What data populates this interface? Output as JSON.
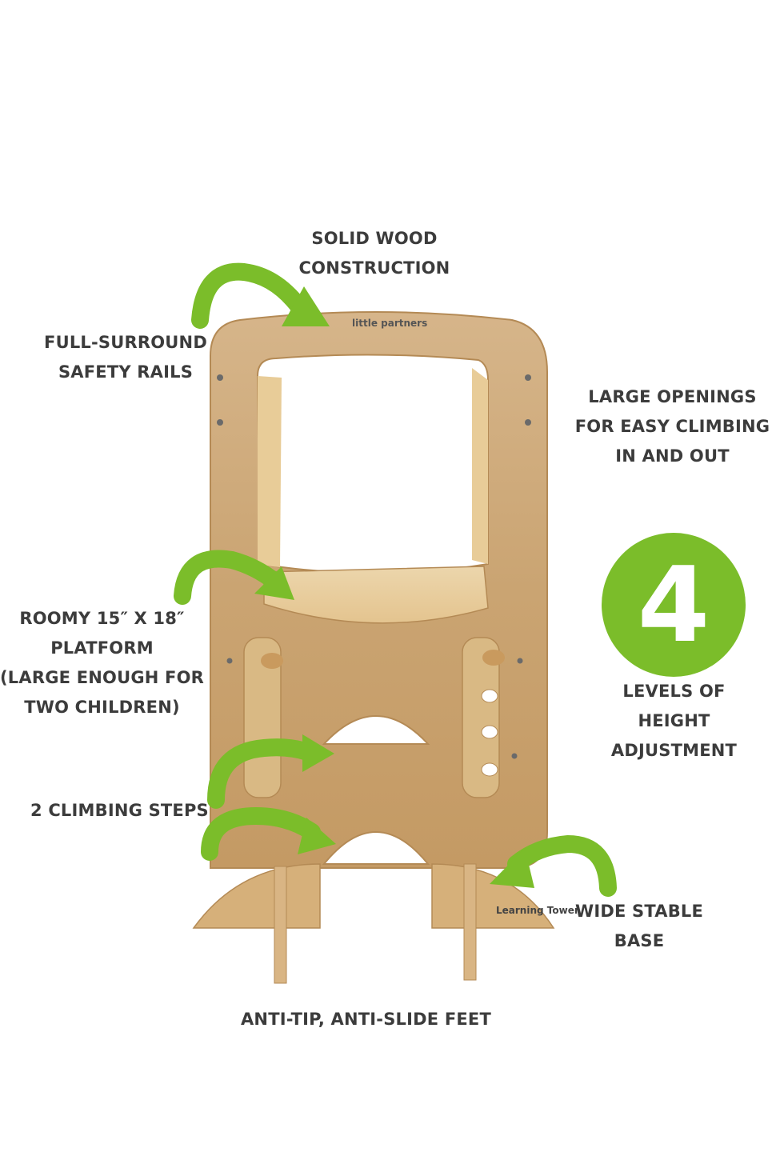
{
  "labels": {
    "solid_wood": [
      "SOLID WOOD",
      "CONSTRUCTION"
    ],
    "safety_rails": [
      "FULL-SURROUND",
      "SAFETY RAILS"
    ],
    "large_openings": [
      "LARGE OPENINGS",
      "FOR EASY CLIMBING",
      "IN AND OUT"
    ],
    "platform": [
      "ROOMY 15″ X 18″",
      "PLATFORM",
      "(LARGE ENOUGH FOR",
      "TWO CHILDREN)"
    ],
    "height_levels": [
      "LEVELS OF",
      "HEIGHT",
      "ADJUSTMENT"
    ],
    "climbing_steps": [
      "2 CLIMBING STEPS"
    ],
    "wide_base": [
      "WIDE STABLE",
      "BASE"
    ],
    "feet": [
      "ANTI-TIP, ANTI-SLIDE FEET"
    ]
  },
  "badge": {
    "number": "4"
  },
  "logos": {
    "top_brand": "little partners",
    "base_brand": "Learning Tower"
  },
  "colors": {
    "accent_green": "#7bbd2a",
    "text": "#3c3c3c",
    "wood_light": "#e2c698",
    "wood_mid": "#cfaa72"
  }
}
